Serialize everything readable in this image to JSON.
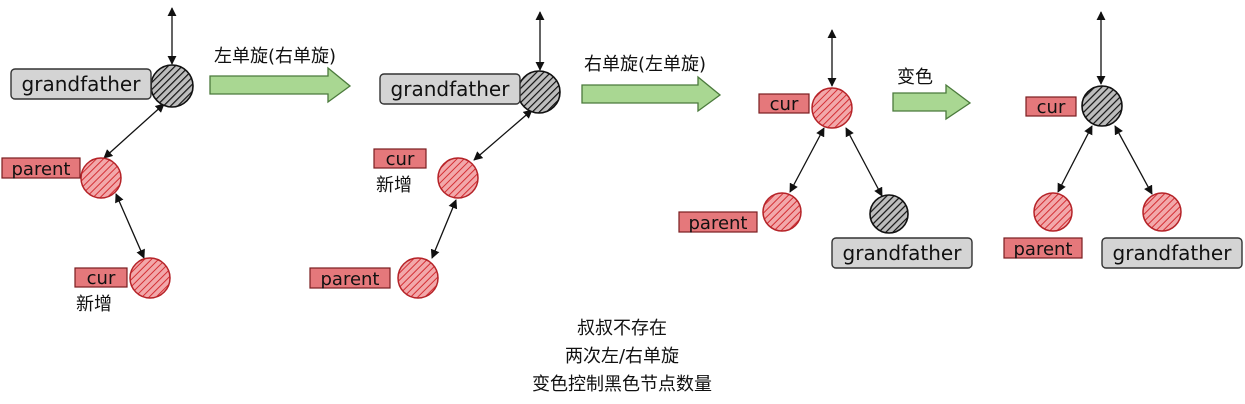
{
  "colors": {
    "red": "#e5787b",
    "red_hatch": "#d42e33",
    "black": "#1d1d1d",
    "gray": "#d4d4d4",
    "green": "#a9d792",
    "green_stroke": "#4b7a3c"
  },
  "labels": {
    "grandfather": "grandfather",
    "parent": "parent",
    "cur": "cur",
    "new_node": "新增"
  },
  "steps": {
    "s1": "左单旋(右单旋)",
    "s2": "右单旋(左单旋)",
    "s3": "变色"
  },
  "caption": {
    "line1": "叔叔不存在",
    "line2": "两次左/右单旋",
    "line3": "变色控制黑色节点数量"
  }
}
